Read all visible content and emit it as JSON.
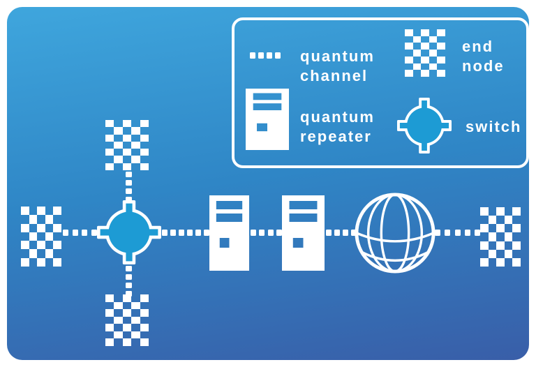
{
  "title": "quantum network diagram",
  "colors": {
    "background_top": "#3fa6dd",
    "background_mid": "#2f86c6",
    "background_bottom": "#395ea8",
    "accent_cyan": "#1d9bd4",
    "white": "#ffffff"
  },
  "legend": {
    "items": [
      {
        "id": "quantum-channel",
        "icon": "quantum-channel-dashes",
        "lines": [
          "quantum",
          "channel"
        ]
      },
      {
        "id": "end-node",
        "icon": "end-node-checker",
        "lines": [
          "end",
          "node"
        ]
      },
      {
        "id": "quantum-repeater",
        "icon": "quantum-repeater-tower",
        "lines": [
          "quantum",
          "repeater"
        ]
      },
      {
        "id": "switch",
        "icon": "switch-circle",
        "lines": [
          "switch"
        ]
      }
    ]
  },
  "diagram": {
    "nodes": [
      {
        "id": "end-node-left",
        "type": "end node"
      },
      {
        "id": "end-node-top",
        "type": "end node"
      },
      {
        "id": "end-node-bottom",
        "type": "end node"
      },
      {
        "id": "end-node-right",
        "type": "end node"
      },
      {
        "id": "switch-1",
        "type": "switch"
      },
      {
        "id": "quantum-repeater-1",
        "type": "quantum repeater"
      },
      {
        "id": "quantum-repeater-2",
        "type": "quantum repeater"
      },
      {
        "id": "globe-1",
        "type": "globe"
      }
    ],
    "links": [
      {
        "from": "end-node-left",
        "to": "switch-1",
        "type": "quantum channel"
      },
      {
        "from": "end-node-top",
        "to": "switch-1",
        "type": "quantum channel"
      },
      {
        "from": "end-node-bottom",
        "to": "switch-1",
        "type": "quantum channel"
      },
      {
        "from": "switch-1",
        "to": "quantum-repeater-1",
        "type": "quantum channel"
      },
      {
        "from": "quantum-repeater-1",
        "to": "quantum-repeater-2",
        "type": "quantum channel"
      },
      {
        "from": "quantum-repeater-2",
        "to": "globe-1",
        "type": "quantum channel"
      },
      {
        "from": "globe-1",
        "to": "end-node-right",
        "type": "quantum channel"
      }
    ]
  }
}
